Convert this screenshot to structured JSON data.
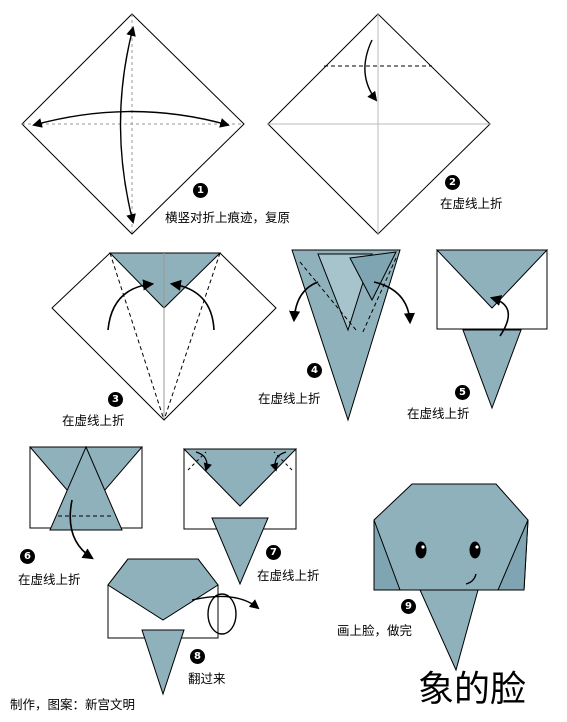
{
  "title": "象的脸",
  "credit": "制作，图案：新宫文明",
  "colors": {
    "paper_back": "#8fb1bc",
    "paper_front": "#ffffff",
    "outline": "#000000",
    "crease": "#999999"
  },
  "steps": [
    {
      "number": "1",
      "caption": "横竖对折上痕迹，复原"
    },
    {
      "number": "2",
      "caption": "在虚线上折"
    },
    {
      "number": "3",
      "caption": "在虚线上折"
    },
    {
      "number": "4",
      "caption": "在虚线上折"
    },
    {
      "number": "5",
      "caption": "在虚线上折"
    },
    {
      "number": "6",
      "caption": "在虚线上折"
    },
    {
      "number": "7",
      "caption": "在虚线上折"
    },
    {
      "number": "8",
      "caption": "翻过来"
    },
    {
      "number": "9",
      "caption": "画上脸，做完"
    }
  ]
}
